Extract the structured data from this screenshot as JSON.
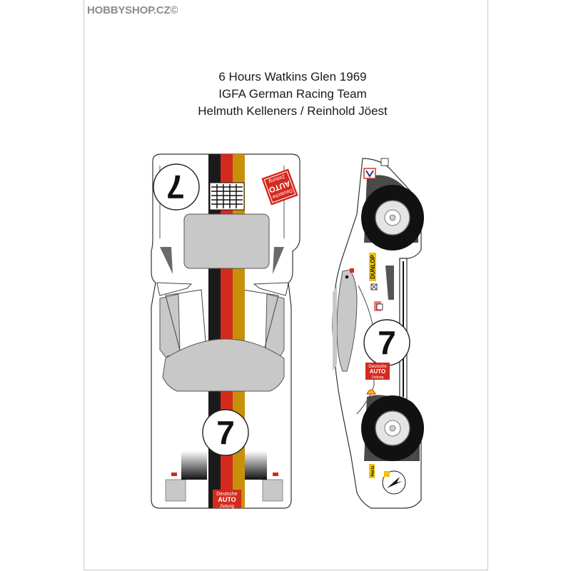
{
  "watermark": "HOBBYSHOP.CZ©",
  "header": {
    "line1": "6 Hours Watkins Glen 1969",
    "line2": "IGFA German Racing Team",
    "line3": "Helmuth Kelleners / Reinhold Jöest"
  },
  "car": {
    "race_number": "7",
    "sponsor_lines": [
      "Deutsche",
      "AUTO",
      "Zeitung"
    ],
    "tire_brand": "DUNLOP",
    "rental_brand": "Hertz",
    "stripe_colors": [
      "#1a1a1a",
      "#d42a1e",
      "#c8900a"
    ]
  }
}
